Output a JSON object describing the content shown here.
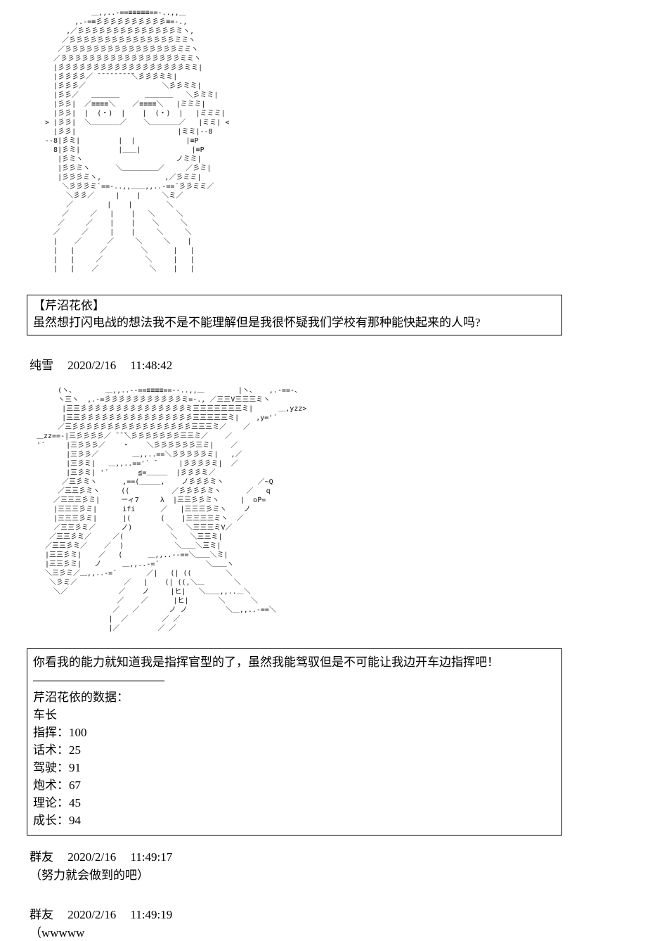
{
  "page": {
    "background": "#ffffff",
    "text_color": "#000000"
  },
  "aa1": "            ＿,,..-==≡≡≡≡≡==-..,,＿\n        ,.-=≡彡彡彡彡彡彡彡彡彡彡≡=-.,\n      ,／彡彡彡彡彡彡彡彡彡彡彡彡彡彡ミヽ,\n     ／彡彡彡彡彡彡彡彡彡彡彡彡彡彡彡ミミヽ\n    ／彡彡彡彡彡彡彡彡彡彡彡彡彡彡彡彡ミミヽ\n   ／彡彡彡彡彡彡彡彡彡彡彡彡彡彡彡彡彡ミミヽ\n   |彡彡彡彡彡彡彡彡彡彡彡彡彡彡彡彡彡彡ミミ|\n   |彡彡彡彡／ ̄ ̄ ̄ ̄ ̄ ̄ ̄ ̄ ̄＼彡彡彡ミミ|\n   |彡彡彡／                  ＼彡彡ミミ|\n   |彡彡／   ＿＿＿＿      ＿＿＿＿   ＼彡ミミ|\n   |彡彡|  ／≡≡≡≡＼    ／≡≡≡≡＼   |ミミミ|\n   |彡彡|  |  (・)  |    |  (・)  |   |ミミミ|\n > |彡彡|  ＼＿＿＿＿／    ＼＿＿＿＿／   |ミミ| <\n   |彡彡|                        |ミミ|--8\n --8|彡ミ|         |  |            |≡P\n   8|彡ミ|         |＿＿|            |≡P\n    |彡ミヽ                      ノミミ|\n    |彡彡ミヽ      ＼＿＿＿＿＿／     ／彡ミ|\n    |彡彡彡ミヽ,               ,／彡ミミ|\n     ＼彡彡彡ミ`==-..,,＿＿,,..-==´彡彡ミミ／\n      ＼彡彡／     |    |     ＼ミ／\n      ／        |    |        ＼\n     ／     ／   |    |   ＼     ＼\n    ／     ／    |    |    ＼     ＼\n   ／     ／     |    |     ＼     ＼\n   |    ／      ／     ＼     ＼    |\n   |   |      ／        ＼      |   |\n   |   |     ／          ＼     |   |\n   |   |    ／            ＼    |   |",
  "message1": {
    "title": "【芹沼花依】",
    "text": "虽然想打闪电战的想法我不是不能理解但是我很怀疑我们学校有那种能快起来的人吗?"
  },
  "meta1": {
    "author": "纯雪",
    "date": "2020/2/16",
    "time": "11:48:42"
  },
  "aa2": "     (ヽ、       ＿,,..--==≡≡≡≡==--..,,＿        |ヽ、   ,.-==-、\n     ヽ三ヽ  ,.-=彡彡彡彡彡彡彡彡彡彡彡ミ=-., ／三三V三三三ミヽ\n      |三三彡彡彡彡彡彡彡彡彡彡彡彡彡彡彡ミ三三三三三三三ミ|      ＿,yzz>\n      |三三彡彡彡彡彡彡彡彡彡彡彡彡彡彡彡彡三三三三三ミ|    ,y='´\n     ／三彡彡彡彡彡彡彡彡彡彡彡彡彡彡彡彡彡三三三ミ／    ／\n＿zz==-|三彡彡彡彡／ ̄ ̄ ̄＼彡彡彡彡彡彡彡三三ミ／    ／\n'´     |三彡彡彡／    ・    ＼彡彡彡彡彡彡三ミ|    ／\n       |三彡彡／        ＿,,..==＼彡彡彡彡彡ミ|   ,／\n       |三彡ミ|   ＿,,..=='´ ̄      |彡彡彡彡ミ|  ／\n       |三彡ミ| '´       ≦=＿＿＿  |彡彡彡ミ／\n      ／三彡ミヽ      ,==(＿＿＿,    ノ彡彡彡ミヽ        ／~Q\n     ／三三彡ミヽ     ((          ／彡彡彡彡ミヽ      ／   q\n    ／三三三彡ミ|     ーィ7     λ  |三三彡彡ミヽ     |  oP=\n    |三三三彡ミ|      ifi      ／   |三三三彡ミヽ    ノ\n    |三三三彡ミ|      |(       (    |三三三三ミヽ  ／\n    ／三三彡ミ／      ノ)        ＼   ＼三三三ミV／\n   ／三三彡ミ／     ／(           ＼   ＼三三ミ|\n  ／三三彡ミ／    ／  )            ＼＿＿＼三ミ|\n  |三三彡ミ|    ／   (      ＿,,..--==＼＿＿＼ミ|\n  |三三彡ミ|   ノ     ＿,,..-=´           ＼＿＿ヽ\n  ＼三彡ミ／＿,,..-=´       ／|   (| ((        ＼\n   ＼彡ミ／           ／   |    (| ((,＼＿       ＼\n    ＼／            ／    ノ     |ヒ|   ＼＿＿,,..＿＼\n                   ／    ／      |ヒ|       ＼      ＼\n                  ／   ／       ノ ノ         ＼＿,,..-==＼\n                 |  ／        ／ ／\n                 |／         ／ ／",
  "message2": {
    "line1": "你看我的能力就知道我是指挥官型的了，虽然我能驾驭但是不可能让我边开车边指挥吧！",
    "divider": "———————————",
    "data_title": "芹沼花依的数据：",
    "stats_lines": [
      "车长",
      "指挥：100",
      "话术：25",
      "驾驶：91",
      "炮术：67",
      "理论：45",
      "成长：94"
    ]
  },
  "meta2": {
    "author": "群友",
    "date": "2020/2/16",
    "time": "11:49:17"
  },
  "reply1": {
    "text": "（努力就会做到的吧）"
  },
  "meta3": {
    "author": "群友",
    "date": "2020/2/16",
    "time": "11:49:19"
  },
  "reply2": {
    "text": "（wwwww"
  }
}
